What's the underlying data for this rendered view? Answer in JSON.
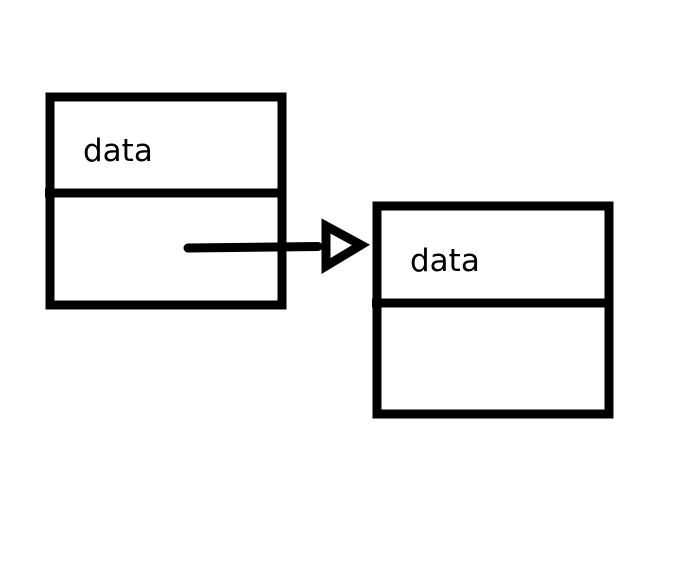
{
  "nodes": [
    {
      "id": "node-1",
      "data_label": "data"
    },
    {
      "id": "node-2",
      "data_label": "data"
    }
  ],
  "edges": [
    {
      "from": "node-1",
      "to": "node-2",
      "arrowhead": "hollow-triangle"
    }
  ],
  "colors": {
    "stroke": "#000000",
    "background": "#ffffff"
  }
}
